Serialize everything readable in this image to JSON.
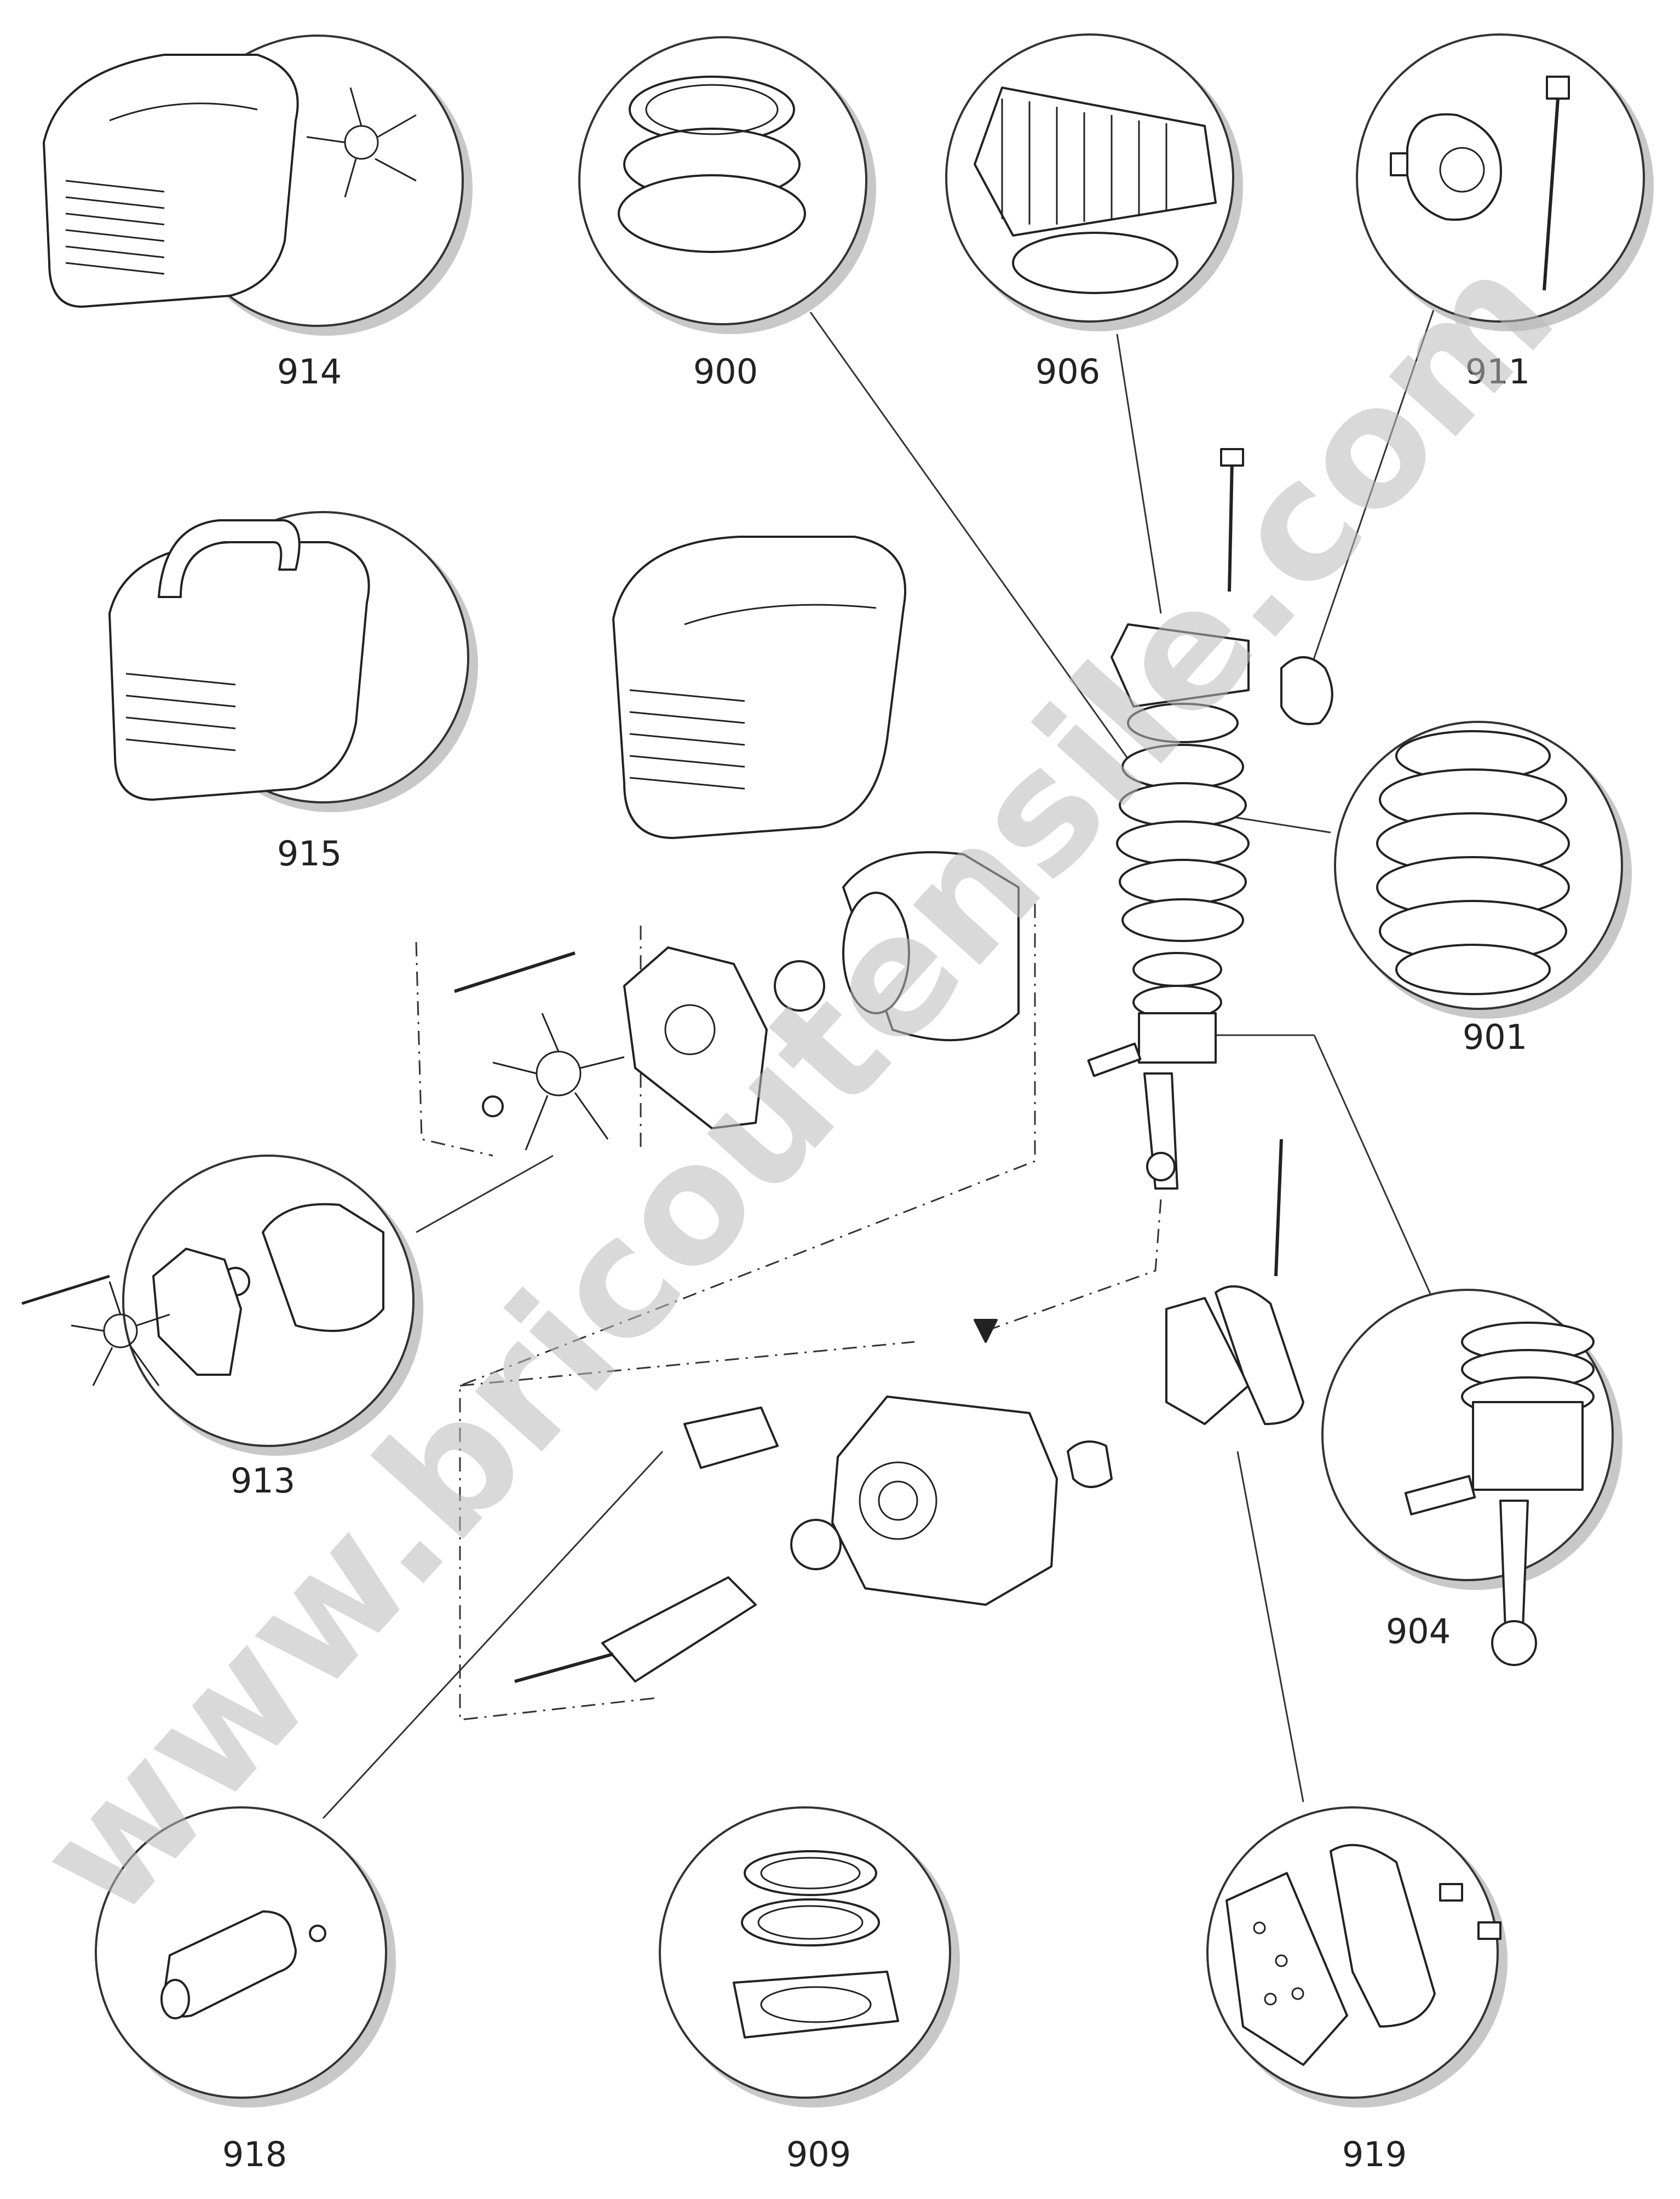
{
  "watermark": "www.bricoutensile.com",
  "callouts": [
    {
      "id": "c914",
      "label": "914"
    },
    {
      "id": "c900",
      "label": "900"
    },
    {
      "id": "c906",
      "label": "906"
    },
    {
      "id": "c911",
      "label": "911"
    },
    {
      "id": "c915",
      "label": "915"
    },
    {
      "id": "c901",
      "label": "901"
    },
    {
      "id": "c913",
      "label": "913"
    },
    {
      "id": "c904",
      "label": "904"
    },
    {
      "id": "c918",
      "label": "918"
    },
    {
      "id": "c909",
      "label": "909"
    },
    {
      "id": "c919",
      "label": "919"
    }
  ]
}
